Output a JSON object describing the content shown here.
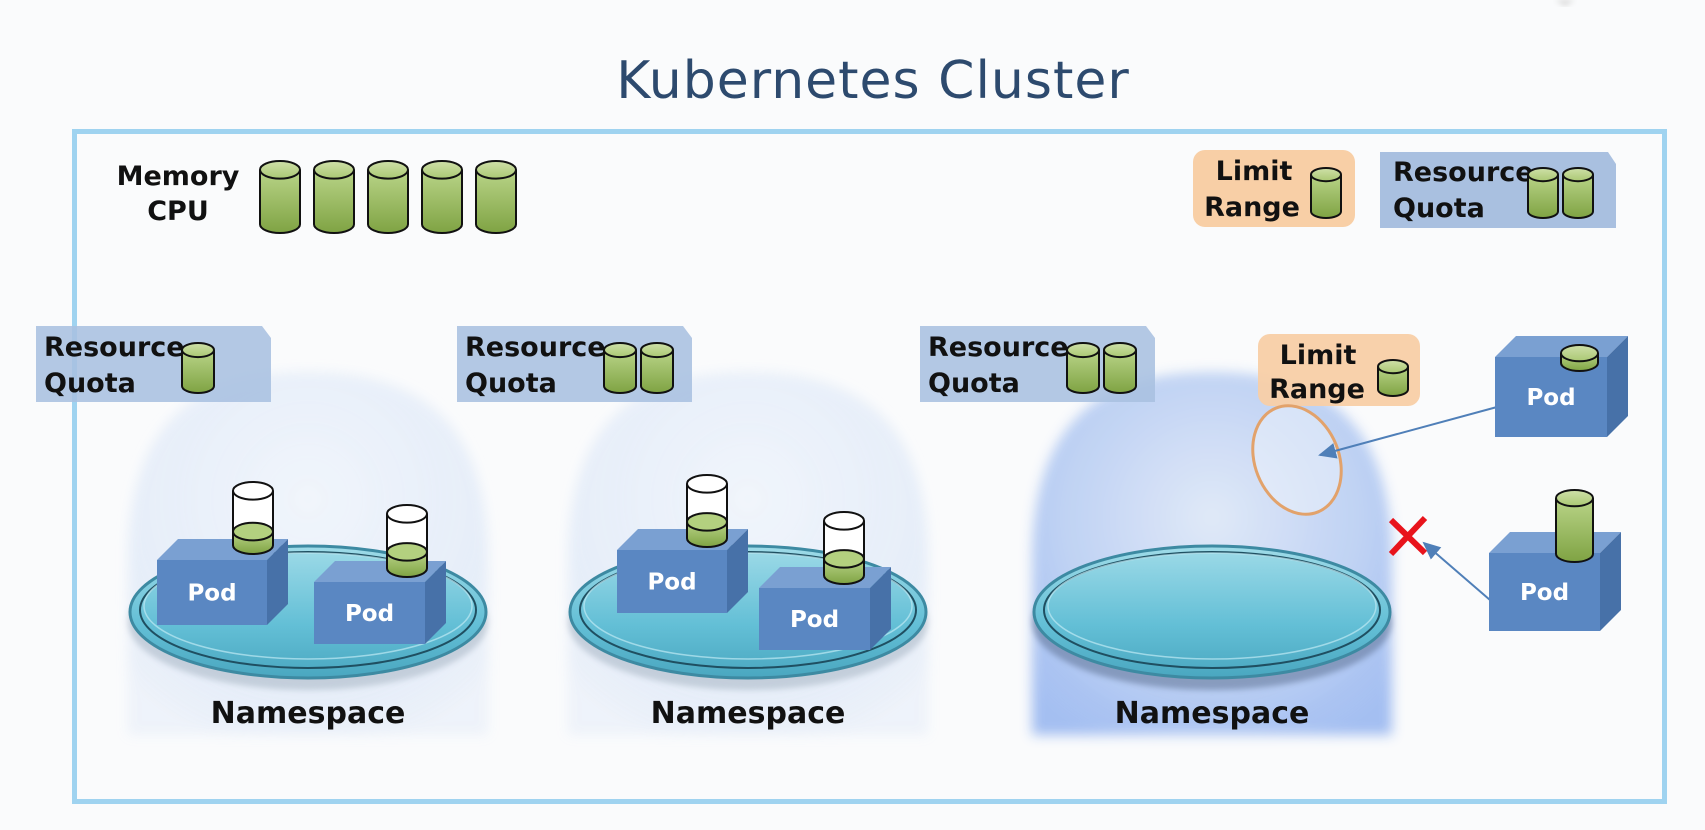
{
  "title": "Kubernetes Cluster",
  "cluster_resources": {
    "label_line1": "Memory",
    "label_line2": "CPU",
    "units": 5
  },
  "cluster_policies": {
    "limit_range": {
      "line1": "Limit",
      "line2": "Range",
      "units": 1
    },
    "resource_quota": {
      "line1": "Resource",
      "line2": "Quota",
      "units": 2
    }
  },
  "namespaces": [
    {
      "label": "Namespace",
      "resource_quota": {
        "line1": "Resource",
        "line2": "Quota",
        "units": 1
      },
      "pods": [
        {
          "label": "Pod",
          "usage_fill": 0.25
        },
        {
          "label": "Pod",
          "usage_fill": 0.3
        }
      ]
    },
    {
      "label": "Namespace",
      "resource_quota": {
        "line1": "Resource",
        "line2": "Quota",
        "units": 2
      },
      "pods": [
        {
          "label": "Pod",
          "usage_fill": 0.3
        },
        {
          "label": "Pod",
          "usage_fill": 0.3
        }
      ]
    },
    {
      "label": "Namespace",
      "resource_quota": {
        "line1": "Resource",
        "line2": "Quota",
        "units": 2
      },
      "limit_range": {
        "line1": "Limit",
        "line2": "Range",
        "units": 1
      },
      "pods": []
    }
  ],
  "incoming_pods": [
    {
      "label": "Pod",
      "request": "small",
      "status": "accepted"
    },
    {
      "label": "Pod",
      "request": "large",
      "status": "rejected"
    }
  ],
  "colors": {
    "cluster_border": "#9fd3f0",
    "pod_front": "#5a87c2",
    "pod_top": "#7aa0d2",
    "pod_side": "#4771a8",
    "cylinder_green": "#9cc15a",
    "limit_range_bg": "#f8cfa6",
    "resource_quota_bg": "#a9c0e0",
    "reject_x": "#e8141c",
    "arrow": "#4f7fb8",
    "limit_ellipse": "#e2a26b"
  }
}
